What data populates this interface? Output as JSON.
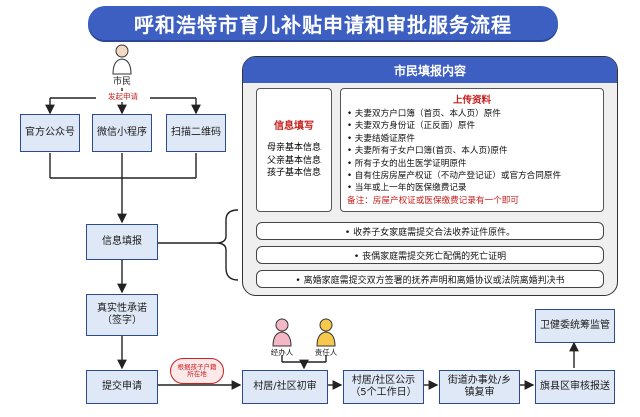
{
  "title": "呼和浩特市育儿补贴申请和审批服务流程",
  "citizen": {
    "label": "市民",
    "start_label": "发起申请"
  },
  "channels": [
    "官方公众号",
    "微信小程序",
    "扫描二维码"
  ],
  "steps": {
    "info_fill": "信息填报",
    "commitment": [
      "真实性承诺",
      "（签字）"
    ],
    "submit": "提交申请",
    "village_review": "村居/社区初审",
    "village_publicity": [
      "村居/社区公示",
      "（5个工作日）"
    ],
    "street_review": [
      "街道办事处/乡",
      "镇复审"
    ],
    "county_review": "旗县区审核报送",
    "health_supervision": "卫健委统筹监管"
  },
  "location_note": [
    "根据孩子户籍",
    "所在地"
  ],
  "officials": {
    "handler": "经办人",
    "responsible": "责任人"
  },
  "panel": {
    "header": "市民填报内容",
    "info_section": {
      "title": "信息填写",
      "items": [
        "母亲基本信息",
        "父亲基本信息",
        "孩子基本信息"
      ]
    },
    "upload_section": {
      "title": "上传资料",
      "items": [
        "• 夫妻双方户口簿（首页、本人页）原件",
        "• 夫妻双方身份证（正反面）原件",
        "• 夫妻结婚证原件",
        "• 夫妻所有子女户口簿(首页、本人页)原件",
        "• 所有子女的出生医学证明原件",
        "• 自有住房房屋产权证（不动产登记证）或官方合同原件",
        "• 当年或上一年的医保缴费记录"
      ],
      "remark": "备注：房屋产权证或医保缴费记录有一个即可"
    },
    "notes": [
      "• 收养子女家庭需提交合法收养证件原件。",
      "• 丧偶家庭需提交死亡配偶的死亡证明",
      "• 离婚家庭需提交双方签署的抚养声明和离婚协议或法院离婚判决书"
    ]
  },
  "colors": {
    "accent": "#3e5fc2",
    "box_fill": "#dfe8f6",
    "alert_red": "#c8201e"
  }
}
